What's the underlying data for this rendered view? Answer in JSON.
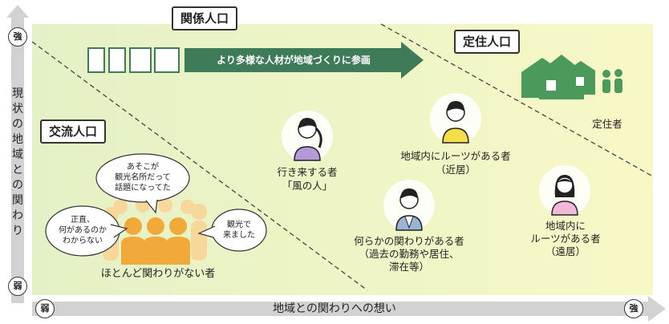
{
  "colors": {
    "yellow_region": "#f6f7c4",
    "green_region": "#e4f1c6",
    "arrow_green": "#3e7b58",
    "house_green": "#4c9a5b",
    "crowd_orange": "#f1a93a",
    "crowd_light": "#f8d79a"
  },
  "labels": {
    "kankei": "関係人口",
    "teiju": "定住人口",
    "koryu": "交流人口",
    "arrow_text": "より多様な人材が地域づくりに参画"
  },
  "axis": {
    "y_title": "現状の地域との関わり",
    "y_strong": "強",
    "y_weak": "弱",
    "x_title": "地域との関わりへの想い",
    "x_weak": "弱",
    "x_strong": "強"
  },
  "people": {
    "ikiki_line1": "行き来する者",
    "ikiki_line2": "「風の人」",
    "roots_near_line1": "地域内にルーツがある者",
    "roots_near_line2": "（近居）",
    "kakawari_line1": "何らかの関わりがある者",
    "kakawari_line2": "（過去の勤務や居住、",
    "kakawari_line3": "滞在等）",
    "roots_far_line1": "地域内に",
    "roots_far_line2": "ルーツがある者",
    "roots_far_line3": "（遠居）",
    "teijusha": "定住者",
    "crowd_caption": "ほとんど関わりがない者"
  },
  "bubbles": {
    "top_line1": "あそこが",
    "top_line2": "観光名所だって",
    "top_line3": "話題になってた",
    "left_line1": "正直、",
    "left_line2": "何があるのか",
    "left_line3": "わからない",
    "right_line1": "観光で",
    "right_line2": "来ました"
  }
}
